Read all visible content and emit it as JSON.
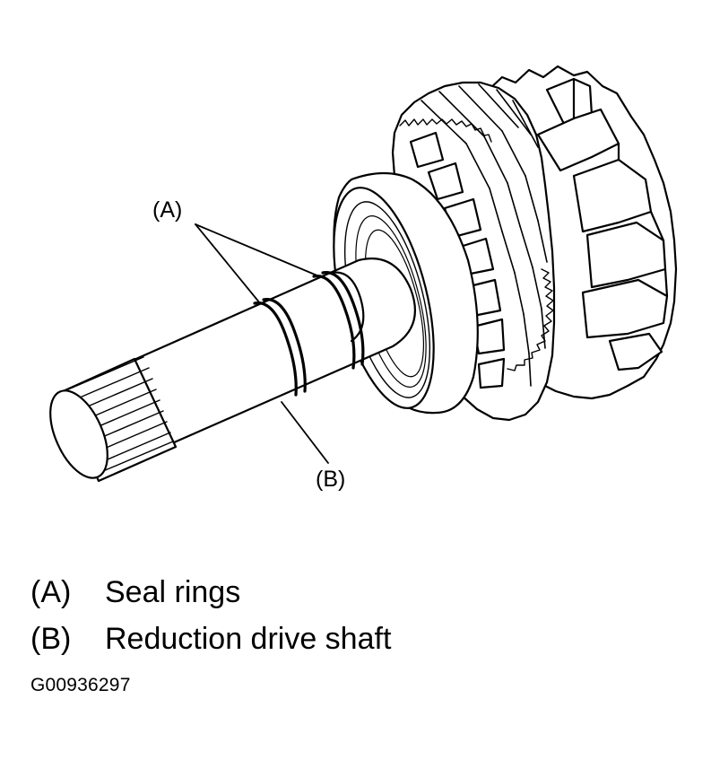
{
  "callouts": {
    "a": "(A)",
    "b": "(B)"
  },
  "legend": [
    {
      "key": "(A)",
      "label": "Seal rings"
    },
    {
      "key": "(B)",
      "label": "Reduction drive shaft"
    }
  ],
  "figure_id": "G00936297",
  "colors": {
    "ink": "#000000",
    "paper": "#ffffff"
  }
}
